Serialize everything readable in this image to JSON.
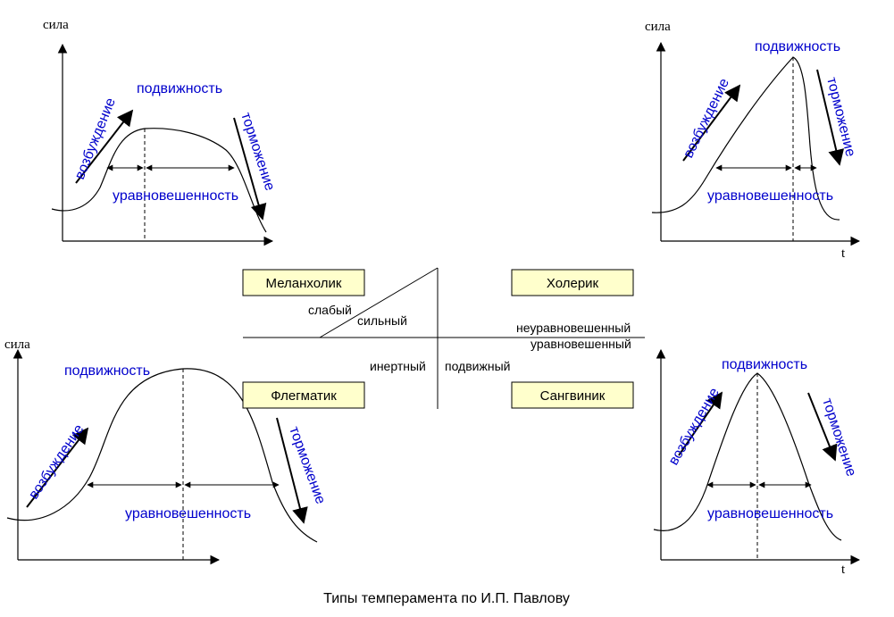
{
  "labels": {
    "force": "сила",
    "time": "t",
    "mobility": "подвижность",
    "excitation": "возбуждение",
    "inhibition": "торможение",
    "balance": "уравновешенность"
  },
  "types": {
    "melancholic": "Меланхолик",
    "choleric": "Холерик",
    "phlegmatic": "Флегматик",
    "sanguine": "Сангвиник"
  },
  "scheme": {
    "weak": "слабый",
    "strong": "сильный",
    "unbalanced": "неуравновешенный",
    "balanced": "уравновешенный",
    "inert": "инертный",
    "mobile": "подвижный"
  },
  "caption": "Типы темперамента по И.П. Павлову",
  "colors": {
    "label_blue": "#0000cc",
    "type_box": "#ffffcc"
  }
}
